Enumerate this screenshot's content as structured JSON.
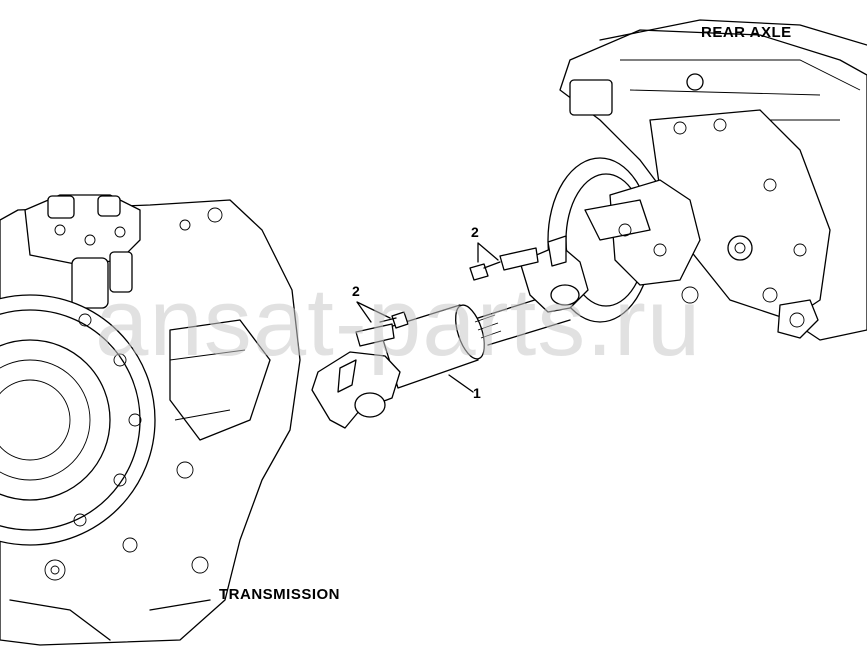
{
  "labels": {
    "rear_axle": "REAR AXLE",
    "transmission": "TRANSMISSION",
    "callout_shaft": "1",
    "callout_bolt_left": "2",
    "callout_bolt_right": "2"
  },
  "watermark": "ansat-parts.ru",
  "colors": {
    "line": "#000000",
    "background": "#ffffff",
    "watermark": "#c9c9c9"
  }
}
